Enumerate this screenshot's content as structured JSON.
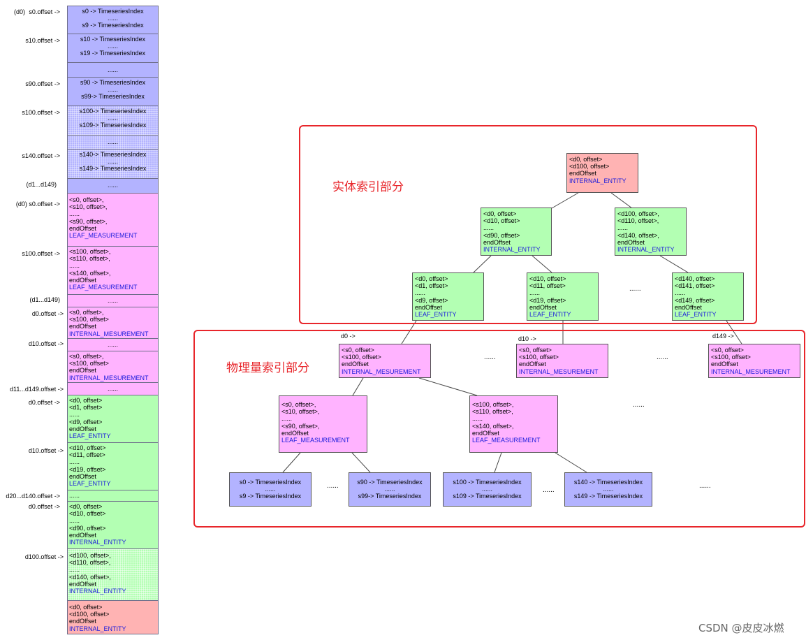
{
  "file_layout": {
    "labels": [
      "(d0)",
      "s0.offset ->",
      "s10.offset ->",
      "s90.offset ->",
      "s100.offset ->",
      "s140.offset ->",
      "(d1...d149)",
      "(d0) s0.offset ->",
      "s100.offset ->",
      "(d1...d149)",
      "d0.offset ->",
      "d10.offset ->",
      "d11...d149.offset ->",
      "d0.offset ->",
      "d10.offset ->",
      "d20...d140.offset ->",
      "d0.offset ->",
      "d100.offset ->"
    ],
    "cells": [
      {
        "lines": [
          "s0 -> TimeseriesIndex",
          "......",
          "s9 -> TimeseriesIndex"
        ]
      },
      {
        "lines": [
          "s10 -> TimeseriesIndex",
          "......",
          "s19 -> TimeseriesIndex"
        ]
      },
      {
        "lines": [
          "......"
        ]
      },
      {
        "lines": [
          "s90 -> TimeseriesIndex",
          "......",
          "s99-> TimeseriesIndex"
        ]
      },
      {
        "lines": [
          "s100-> TimeseriesIndex",
          "......",
          "s109-> TimeseriesIndex"
        ]
      },
      {
        "lines": [
          "......"
        ]
      },
      {
        "lines": [
          "s140-> TimeseriesIndex",
          "......",
          "s149-> TimeseriesIndex"
        ]
      },
      {
        "lines": [
          "......"
        ]
      },
      {
        "lines": [
          "<s0, offset>,",
          "<s10, offset>,",
          " ......",
          "<s90, offset>,",
          "endOffset"
        ],
        "kind": "LEAF_MEASUREMENT"
      },
      {
        "lines": [
          "<s100, offset>,",
          "<s110, offset>,",
          " ......",
          "<s140, offset>,",
          "endOffset"
        ],
        "kind": "LEAF_MEASUREMENT"
      },
      {
        "lines": [
          "......"
        ]
      },
      {
        "lines": [
          " <s0, offset>,",
          " <s100, offset>",
          "endOffset"
        ],
        "kind": "INTERNAL_MESUREMENT"
      },
      {
        "lines": [
          "......"
        ]
      },
      {
        "lines": [
          " <s0, offset>,",
          " <s100, offset>",
          "endOffset"
        ],
        "kind": "INTERNAL_MESUREMENT"
      },
      {
        "lines": [
          "......"
        ]
      },
      {
        "lines": [
          "<d0, offset>",
          "<d1, offset>",
          "......",
          "<d9, offset>",
          "endOffset"
        ],
        "kind": "LEAF_ENTITY"
      },
      {
        "lines": [
          "<d10, offset>",
          "<d11, offset>",
          "......",
          "<d19, offset>",
          "endOffset"
        ],
        "kind": "LEAF_ENTITY"
      },
      {
        "lines": [
          "......"
        ]
      },
      {
        "lines": [
          "<d0, offset>",
          "<d10, offset>",
          "......",
          "<d90, offset>",
          "endOffset"
        ],
        "kind": "INTERNAL_ENTITY"
      },
      {
        "lines": [
          "<d100, offset>,",
          "<d110, offset>,",
          "......",
          "<d140, offset>,",
          "endOffset"
        ],
        "kind": "INTERNAL_ENTITY"
      },
      {
        "lines": [
          "<d0, offset>",
          "<d100, offset>",
          "endOffset"
        ],
        "kind": "INTERNAL_ENTITY"
      }
    ]
  },
  "entity_section": {
    "title": "实体索引部分",
    "root": {
      "lines": [
        "<d0, offset>",
        "<d100, offset>",
        "endOffset"
      ],
      "kind": "INTERNAL_ENTITY"
    },
    "internal": [
      {
        "lines": [
          "<d0, offset>",
          "<d10, offset>",
          "......",
          "<d90, offset>",
          "endOffset"
        ],
        "kind": "INTERNAL_ENTITY"
      },
      {
        "lines": [
          "<d100, offset>,",
          "<d110, offset>,",
          "......",
          "<d140, offset>,",
          "endOffset"
        ],
        "kind": "INTERNAL_ENTITY"
      }
    ],
    "leaves": [
      {
        "lines": [
          "<d0, offset>",
          "<d1, offset>",
          "......",
          "<d9, offset>",
          "endOffset"
        ],
        "kind": "LEAF_ENTITY"
      },
      {
        "lines": [
          "<d10, offset>",
          "<d11, offset>",
          "......",
          "<d19, offset>",
          "endOffset"
        ],
        "kind": "LEAF_ENTITY"
      },
      {
        "lines": [
          "<d140, offset>",
          "<d141, offset>",
          "......",
          "<d149, offset>",
          "endOffset"
        ],
        "kind": "LEAF_ENTITY"
      }
    ],
    "ellipsis": "......"
  },
  "measurement_section": {
    "title": "物理量索引部分",
    "pointers": [
      "d0 ->",
      "d10 ->",
      "d149 ->"
    ],
    "roots": [
      {
        "lines": [
          " <s0, offset>",
          " <s100, offset>",
          "endOffset"
        ],
        "kind": "INTERNAL_MESUREMENT"
      },
      {
        "lines": [
          " <s0, offset>",
          " <s100, offset>",
          "endOffset"
        ],
        "kind": "INTERNAL_MESUREMENT"
      },
      {
        "lines": [
          " <s0, offset>",
          " <s100, offset>",
          "endOffset"
        ],
        "kind": "INTERNAL_MESUREMENT"
      }
    ],
    "leaves": [
      {
        "lines": [
          "<s0, offset>,",
          "<s10, offset>,",
          " ......",
          "<s90, offset>,",
          "endOffset"
        ],
        "kind": "LEAF_MEASUREMENT"
      },
      {
        "lines": [
          "<s100, offset>,",
          "<s110, offset>,",
          " ......",
          "<s140, offset>,",
          "endOffset"
        ],
        "kind": "LEAF_MEASUREMENT"
      }
    ],
    "ts_blocks": [
      {
        "lines": [
          "s0 -> TimeseriesIndex",
          "......",
          "s9 -> TimeseriesIndex"
        ]
      },
      {
        "lines": [
          "s90 -> TimeseriesIndex",
          "......",
          "s99-> TimeseriesIndex"
        ]
      },
      {
        "lines": [
          "s100 -> TimeseriesIndex",
          "......",
          "s109 -> TimeseriesIndex"
        ]
      },
      {
        "lines": [
          "s140 -> TimeseriesIndex",
          "......",
          "s149 -> TimeseriesIndex"
        ]
      }
    ],
    "ellipsis": "......"
  },
  "watermark": "CSDN @皮皮冰燃",
  "colors": {
    "blue": "#b3b3ff",
    "pink": "#ffb3ff",
    "green": "#b3ffb3",
    "salmon": "#ffb3b3",
    "red_frame": "#e8262b",
    "kind_text": "#1a1adb"
  }
}
